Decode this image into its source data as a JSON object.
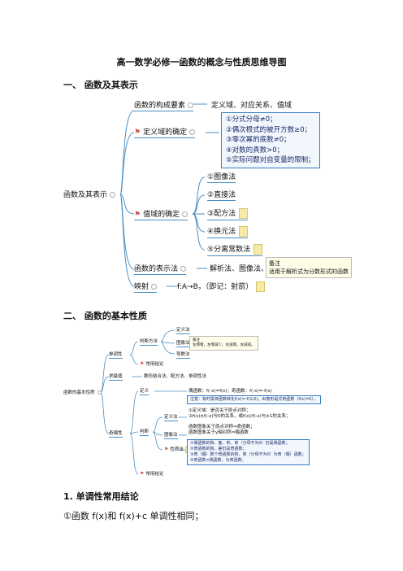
{
  "document": {
    "title": "高一数学必修一函数的概念与性质思维导图",
    "section1": "一、 函数及其表示",
    "section2": "二、 函数的基本性质",
    "subsection1": "1. 单调性常用结论",
    "body_line1": "①函数 f(x)和 f(x)+c 单调性相同；"
  },
  "map1": {
    "root": "函数及其表示",
    "n1_label": "函数的构成要素",
    "n1_value": "定义域、对应关系、值域",
    "n2_label": "定义域的确定",
    "n2_rules": [
      "①分式分母≠0；",
      "②偶次根式的被开方数≥0；",
      "③零次幂的底数≠0；",
      "④对数的真数>0；",
      "⑤实际问题对自变量的限制；"
    ],
    "n3_label": "值域的确定",
    "n3_methods": [
      "①图像法",
      "②直接法",
      "③配方法",
      "④换元法",
      "⑤分离常数法"
    ],
    "n4_label": "函数的表示法",
    "n4_value": "解析法、图像法、",
    "n5_label": "映射",
    "n5_value": "f:A→B，（即记：射箭）",
    "note_title": "备注",
    "note_text": "适用于解析式为分数形式的函数"
  },
  "map2": {
    "root": "函数的基本性质",
    "mono": "单调性",
    "judge": "判断方法",
    "m_def": "定义法",
    "m_graph": "图像法",
    "m_deriv": "导数法",
    "popup_title": "备注",
    "popup_text": "左增增，左增减少，左减增，左减减。",
    "common": "常用结论",
    "extreme": "求最值",
    "extreme_val": "数形结合法、配方法、单调性法",
    "parity": "奇偶性",
    "p_def": "定义",
    "p_def_val": "偶函数：f(-x)=f(x)；奇函数：f(-x)=-f(x)",
    "p_note": "注意：有时需将函数转化f(x)=-f(1/2)，出角形是式奇函数（f(x)=0）。",
    "p_judge": "判断",
    "p_defm": "定义法",
    "p_defm_items": [
      "①定义域：是否关于原点对称；",
      "②f(x)±f(-x)与0的关系，或f(x)/f(-x)与±1的关系；"
    ],
    "p_graph": "图像法",
    "p_graph_items": [
      "函数图象关于原点对称⇒奇函数；",
      "函数图象关于y轴对称⇒偶函数"
    ],
    "p_prop": "性质法",
    "p_prop_items": [
      "①偶函数的和、差、积、商（分母不为0）仍是偶函数；",
      "②奇函数的和、差仍是奇函数；",
      "③奇（偶）数个奇函数的积、商（分母不为0）为奇（偶）函数；",
      "④奇函数×偶函数，为奇函数。"
    ],
    "p_common": "常用结论"
  }
}
